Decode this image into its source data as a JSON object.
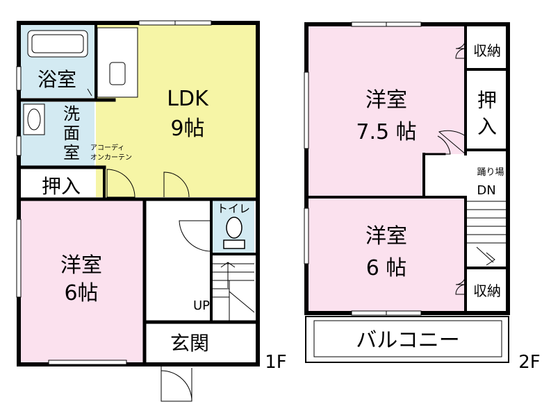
{
  "floors": {
    "first": {
      "label": "1F",
      "rooms": {
        "bath": "浴室",
        "washroom": "洗面室",
        "closet": "押入",
        "ldk_name": "LDK",
        "ldk_size": "9帖",
        "curtain_1": "アコーディ",
        "curtain_2": "オンカーテン",
        "toilet": "トイレ",
        "western_name": "洋室",
        "western_size": "6帖",
        "entrance": "玄関",
        "stairs_up": "UP"
      }
    },
    "second": {
      "label": "2F",
      "rooms": {
        "western_a_name": "洋室",
        "western_a_size": "7.5 帖",
        "western_b_name": "洋室",
        "western_b_size": "6 帖",
        "storage_top": "収納",
        "closet_1": "押",
        "closet_2": "入",
        "landing": "踊り場",
        "stairs_down": "DN",
        "storage_bottom": "収納",
        "balcony": "バルコニー"
      }
    }
  },
  "colors": {
    "wall": "#000000",
    "ldk": "#f6f5a6",
    "western": "#fbe1ee",
    "wet_area": "#d3eaf2",
    "hall": "#ffffff"
  }
}
